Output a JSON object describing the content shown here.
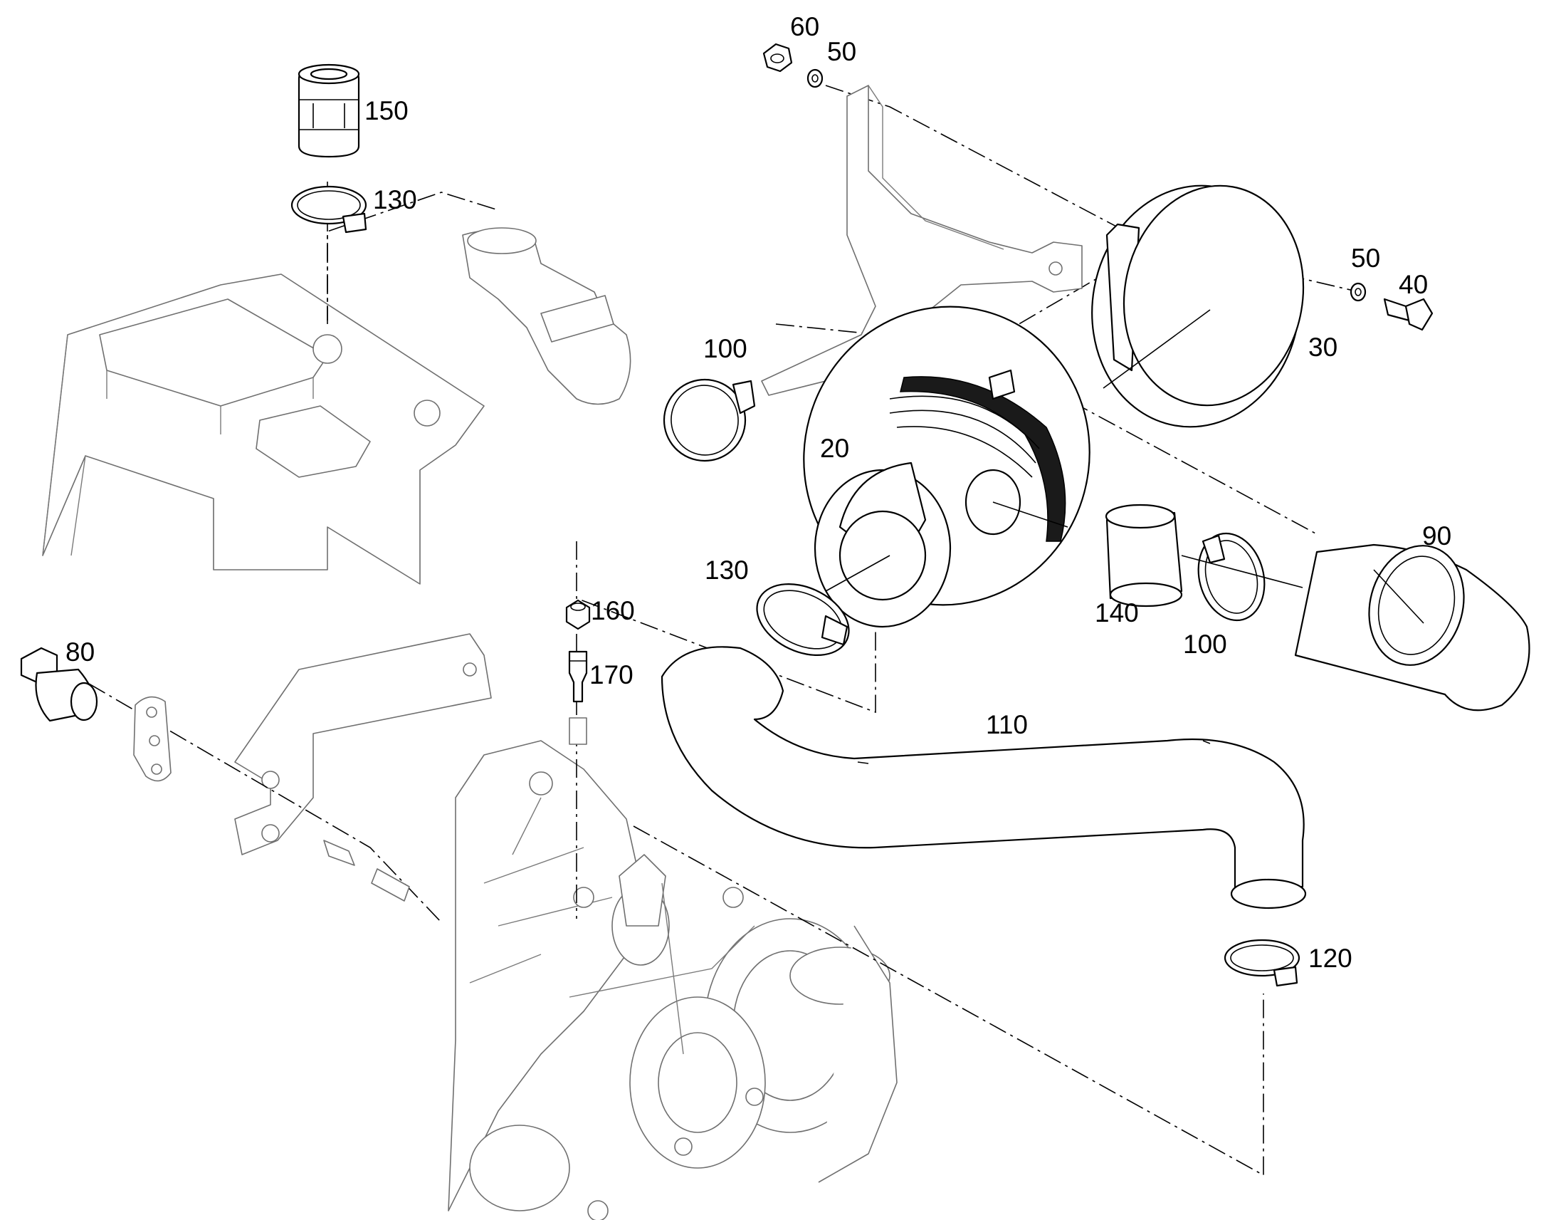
{
  "callouts": {
    "c20": "20",
    "c30": "30",
    "c40": "40",
    "c50_top": "50",
    "c50_right": "50",
    "c60": "60",
    "c80": "80",
    "c90": "90",
    "c100_upper": "100",
    "c100_lower": "100",
    "c110": "110",
    "c120": "120",
    "c130_upper": "130",
    "c130_lower": "130",
    "c140": "140",
    "c150": "150",
    "c160": "160",
    "c170": "170"
  }
}
